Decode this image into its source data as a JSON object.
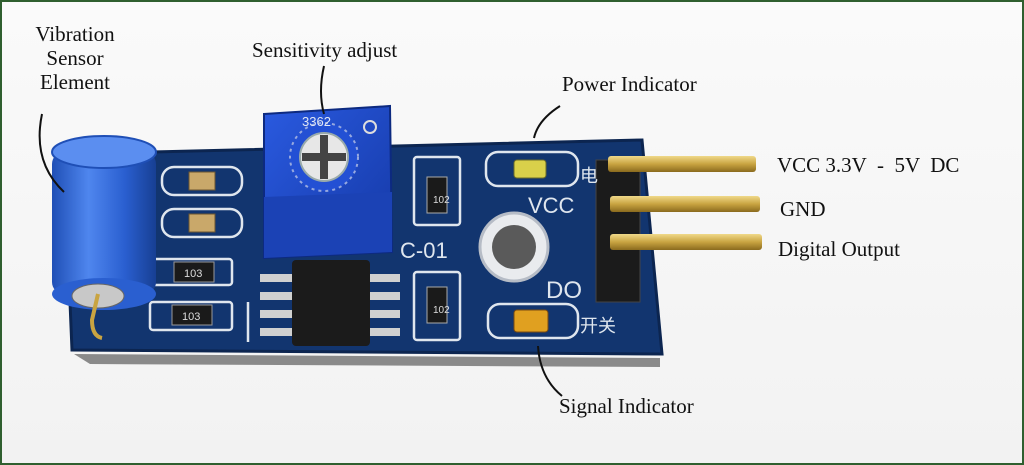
{
  "labels": {
    "vibration_sensor_element": [
      "Vibration",
      "Sensor",
      "Element"
    ],
    "sensitivity_adjust": "Sensitivity adjust",
    "power_indicator": "Power Indicator",
    "vcc_pin": "VCC 3.3V  -  5V  DC",
    "gnd_pin": "GND",
    "digital_output_pin": "Digital Output",
    "signal_indicator": "Signal Indicator"
  },
  "board_silkscreen": {
    "vcc": "VCC",
    "do": "DO",
    "model": "C-01",
    "power_char": "电",
    "switch_chars": "开关",
    "pot_code": "3362",
    "resistor_top": "102",
    "resistor_mid": "102",
    "resistor_left_a": "103",
    "resistor_left_b": "103"
  },
  "colors": {
    "pcb": "#12356f",
    "pcb_edge": "#0c2550",
    "trace": "#dfe6ee",
    "sensor": "#2a5fd0",
    "pot": "#1c49c8",
    "pin": "#c9a441",
    "led_power": "#d9d04a",
    "led_signal": "#e0a020"
  }
}
